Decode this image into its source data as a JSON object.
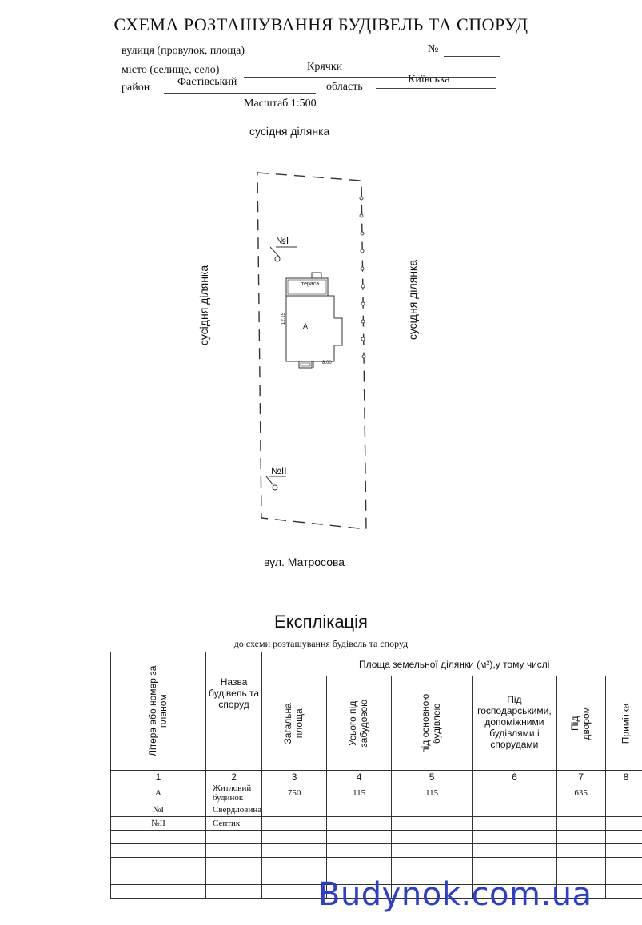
{
  "header": {
    "title": "СХЕМА РОЗТАШУВАННЯ БУДІВЕЛЬ ТА СПОРУД",
    "street_label": "вулиця (провулок, площа)",
    "street_value": "",
    "number_label": "№",
    "number_value": "",
    "city_label": "місто (селище, село)",
    "city_value": "Крячки",
    "district_label": "район",
    "district_value": "Фастівський",
    "region_label": "область",
    "region_value": "Київська",
    "scale": "Масштаб 1:500"
  },
  "plan": {
    "north_label": "сусідня ділянка",
    "west_label": "сусідня ділянка",
    "east_label": "сусідня ділянка",
    "south_label": "вул. Матросова",
    "marker_1": "№I",
    "marker_2": "№II",
    "building_letter": "А",
    "building_top_label": "тераса",
    "building_side_dim": "12.15",
    "building_bottom_dim": "8.00"
  },
  "explication": {
    "title": "Експлікація",
    "subtitle": "до схеми розташування будівель та споруд",
    "headers": {
      "letter": "Літера або номер за планом",
      "name": "Назва будівель та споруд",
      "area_group": "Площа  земельної  ділянки (м²),у тому  числі",
      "total": "Загальна площа",
      "built_all": "Усього під забудовою",
      "main_building": "під основною будівлею",
      "aux": "Під господарськими, допоміжними будівлями і спорудами",
      "yard": "Під двором",
      "note": "Примітка"
    },
    "column_numbers": [
      "1",
      "2",
      "3",
      "4",
      "5",
      "6",
      "7",
      "8"
    ],
    "rows": [
      {
        "letter": "А",
        "name": "Житловий будинок",
        "total": "750",
        "built": "115",
        "main": "115",
        "aux": "",
        "yard": "635",
        "note": ""
      },
      {
        "letter": "№I",
        "name": "Свердловина",
        "total": "",
        "built": "",
        "main": "",
        "aux": "",
        "yard": "",
        "note": ""
      },
      {
        "letter": "№II",
        "name": "Септик",
        "total": "",
        "built": "",
        "main": "",
        "aux": "",
        "yard": "",
        "note": ""
      },
      {
        "letter": "",
        "name": "",
        "total": "",
        "built": "",
        "main": "",
        "aux": "",
        "yard": "",
        "note": ""
      },
      {
        "letter": "",
        "name": "",
        "total": "",
        "built": "",
        "main": "",
        "aux": "",
        "yard": "",
        "note": ""
      },
      {
        "letter": "",
        "name": "",
        "total": "",
        "built": "",
        "main": "",
        "aux": "",
        "yard": "",
        "note": ""
      },
      {
        "letter": "",
        "name": "",
        "total": "",
        "built": "",
        "main": "",
        "aux": "",
        "yard": "",
        "note": ""
      },
      {
        "letter": "",
        "name": "",
        "total": "",
        "built": "",
        "main": "",
        "aux": "",
        "yard": "",
        "note": ""
      }
    ]
  },
  "watermark": "Budynok.com.ua"
}
